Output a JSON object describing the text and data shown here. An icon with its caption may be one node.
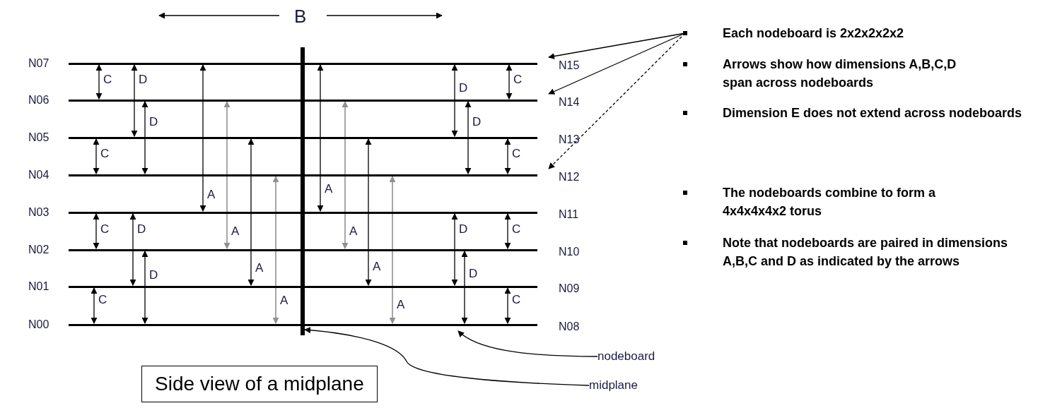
{
  "diagram": {
    "caption": "Side view of a midplane",
    "nodes": [
      {
        "text": [
          "N07"
        ]
      },
      {
        "text": [
          "N06"
        ]
      },
      {
        "text": [
          "N05"
        ]
      },
      {
        "text": [
          "N04"
        ]
      },
      {
        "text": [
          "N03"
        ]
      },
      {
        "text": [
          "N02"
        ]
      },
      {
        "text": [
          "N01"
        ]
      },
      {
        "text": [
          "N00"
        ]
      },
      {
        "text": [
          "N15"
        ]
      },
      {
        "text": [
          "N14"
        ]
      },
      {
        "text": [
          "N13"
        ]
      },
      {
        "text": [
          "N12"
        ]
      },
      {
        "text": [
          "N11"
        ]
      },
      {
        "text": [
          "N10"
        ]
      },
      {
        "text": [
          "N09"
        ]
      },
      {
        "text": [
          "N08"
        ]
      },
      {
        "text": [],
        "shape": "bar"
      },
      {
        "text": [
          "nodeboard"
        ]
      },
      {
        "text": [
          "midplane"
        ]
      },
      {
        "text": [
          "Each nodeboard is 2x2x2x2x2"
        ]
      }
    ],
    "edges": [
      {
        "from": 0,
        "to": 1,
        "arrow": "both",
        "label": "C"
      },
      {
        "from": 0,
        "to": 2,
        "arrow": "both",
        "label": "D"
      },
      {
        "from": 1,
        "to": 3,
        "arrow": "both",
        "label": "D"
      },
      {
        "from": 2,
        "to": 3,
        "arrow": "both",
        "label": "C"
      },
      {
        "from": 0,
        "to": 4,
        "arrow": "both",
        "label": "A"
      },
      {
        "from": 1,
        "to": 5,
        "arrow": "both",
        "label": "A",
        "color": "#909090"
      },
      {
        "from": 2,
        "to": 6,
        "arrow": "both",
        "label": "A"
      },
      {
        "from": 3,
        "to": 7,
        "arrow": "both",
        "label": "A",
        "color": "#909090"
      },
      {
        "from": 4,
        "to": 5,
        "arrow": "both",
        "label": "C"
      },
      {
        "from": 4,
        "to": 6,
        "arrow": "both",
        "label": "D"
      },
      {
        "from": 5,
        "to": 7,
        "arrow": "both",
        "label": "D"
      },
      {
        "from": 6,
        "to": 7,
        "arrow": "both",
        "label": "C"
      },
      {
        "from": 8,
        "to": 12,
        "arrow": "both",
        "label": "A"
      },
      {
        "from": 9,
        "to": 13,
        "arrow": "both",
        "label": "A",
        "color": "#909090"
      },
      {
        "from": 10,
        "to": 14,
        "arrow": "both",
        "label": "A"
      },
      {
        "from": 11,
        "to": 15,
        "arrow": "both",
        "label": "A",
        "color": "#909090"
      },
      {
        "from": 8,
        "to": 10,
        "arrow": "both",
        "label": "D"
      },
      {
        "from": 9,
        "to": 11,
        "arrow": "both",
        "label": "D"
      },
      {
        "from": 8,
        "to": 9,
        "arrow": "both",
        "label": "C"
      },
      {
        "from": 10,
        "to": 11,
        "arrow": "both",
        "label": "C"
      },
      {
        "from": 12,
        "to": 14,
        "arrow": "both",
        "label": "D"
      },
      {
        "from": 13,
        "to": 15,
        "arrow": "both",
        "label": "D"
      },
      {
        "from": 12,
        "to": 13,
        "arrow": "both",
        "label": "C"
      },
      {
        "from": 14,
        "to": 15,
        "arrow": "both",
        "label": "C"
      },
      {
        "from": 19,
        "to": 8,
        "arrow": "to"
      },
      {
        "from": 19,
        "to": 9,
        "arrow": "to"
      },
      {
        "from": 19,
        "to": 11,
        "arrow": "to",
        "style": "dashed"
      },
      {
        "from": 17,
        "to": 15,
        "arrow": "to"
      },
      {
        "from": 18,
        "to": 16,
        "arrow": "to"
      }
    ],
    "labels": [
      "B",
      "Arrows show how dimensions A,B,C,D span across nodeboards",
      "Dimension E does not extend across nodeboards",
      "The nodeboards combine to form a 4x4x4x4x2 torus",
      "Note that nodeboards are paired in dimensions A,B,C and D as indicated by the arrows"
    ]
  }
}
